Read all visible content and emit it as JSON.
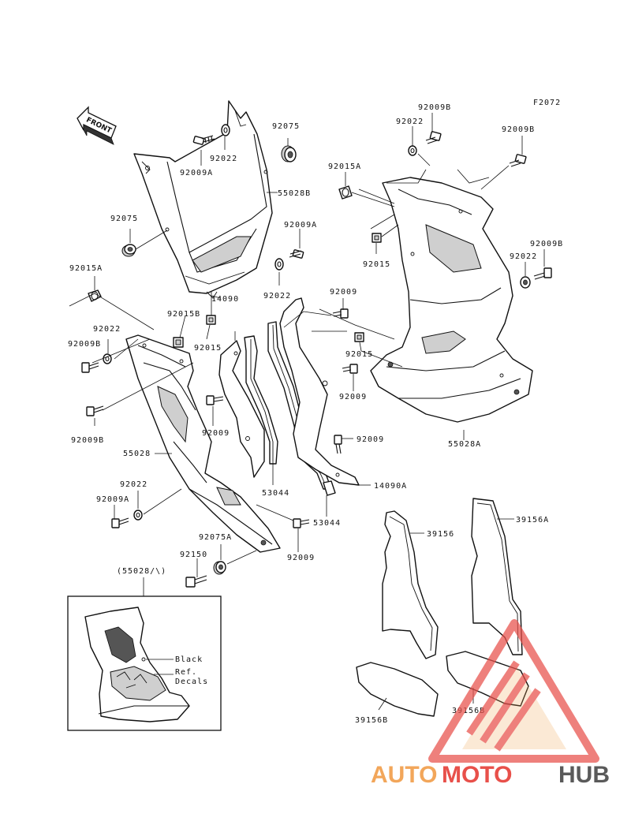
{
  "figure_code": "F2072",
  "front_label": "FRONT",
  "inset_ref": "(55028/\\)",
  "inset_notes": {
    "black": "Black",
    "ref": "Ref.",
    "decals": "Decals"
  },
  "watermark": {
    "part1": "AUTO",
    "part2": "MOTO",
    "part3": "HUB",
    "colors": {
      "orange": "#f2a65a",
      "red": "#e8504a",
      "gray": "#5a5a5a"
    }
  },
  "callouts": {
    "c92009A_top": "92009A",
    "c92022_top": "92022",
    "c92075_top": "92075",
    "c55028B": "55028B",
    "c92075_left": "92075",
    "c92009A_mid": "92009A",
    "c92022_mid": "92022",
    "c14090": "14090",
    "c92015B": "92015B",
    "c92015_left": "92015",
    "c92015A_left": "92015A",
    "c92022_left": "92022",
    "c92009B_left": "92009B",
    "c92009B_low": "92009B",
    "c92009_center": "92009",
    "c55028": "55028",
    "c92022_low": "92022",
    "c92009A_low": "92009A",
    "c92075A": "92075A",
    "c92150": "92150",
    "c53044_a": "53044",
    "c53044_b": "53044",
    "c92009_low": "92009",
    "c92009_r1": "92009",
    "c92015_r1": "92015",
    "c92009_r2": "92009",
    "c92009_r3": "92009",
    "c14090A": "14090A",
    "c92009B_tr1": "92009B",
    "c92022_tr": "92022",
    "c92009B_tr2": "92009B",
    "c92015A_tr": "92015A",
    "c92015_tr": "92015",
    "c92009B_r": "92009B",
    "c92022_r": "92022",
    "c55028A": "55028A",
    "c39156": "39156",
    "c39156A": "39156A",
    "c39156B_l": "39156B",
    "c39156B_r": "39156B"
  }
}
